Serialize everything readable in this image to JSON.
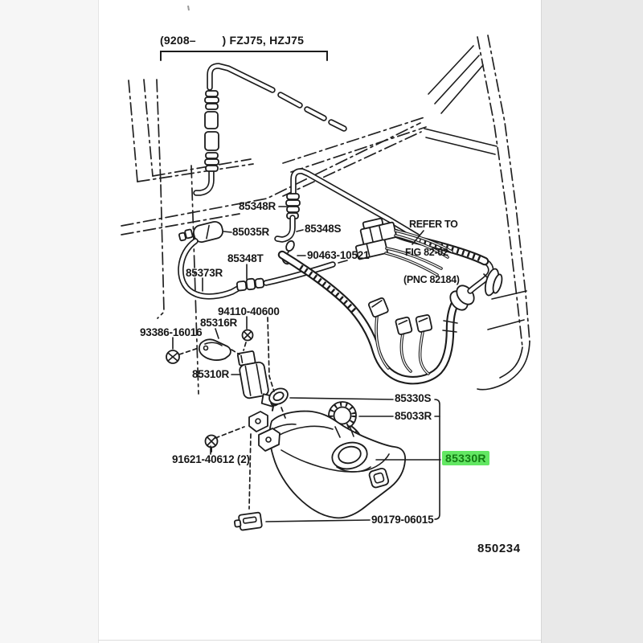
{
  "diagram": {
    "header_note": "(9208–        ) FZJ75, HZJ75",
    "figure_code": "850234",
    "refer_note": {
      "line1": "REFER TO",
      "line2": "FIG 82-02",
      "line3": "(PNC 82184)"
    },
    "highlighted_part": "85330R",
    "colors": {
      "highlight_bg": "#63e763",
      "highlight_text": "#127a12",
      "line": "#1c1c1c"
    },
    "parts": [
      {
        "label": "85348R"
      },
      {
        "label": "85035R"
      },
      {
        "label": "85348S"
      },
      {
        "label": "85348T"
      },
      {
        "label": "90463-10521"
      },
      {
        "label": "85373R"
      },
      {
        "label": "94110-40600"
      },
      {
        "label": "85316R"
      },
      {
        "label": "93386-16016"
      },
      {
        "label": "85310R"
      },
      {
        "label": "85330S"
      },
      {
        "label": "85033R"
      },
      {
        "label": "85330R",
        "highlighted": true
      },
      {
        "label": "91621-40612 (2)"
      },
      {
        "label": "90179-06015"
      }
    ]
  }
}
